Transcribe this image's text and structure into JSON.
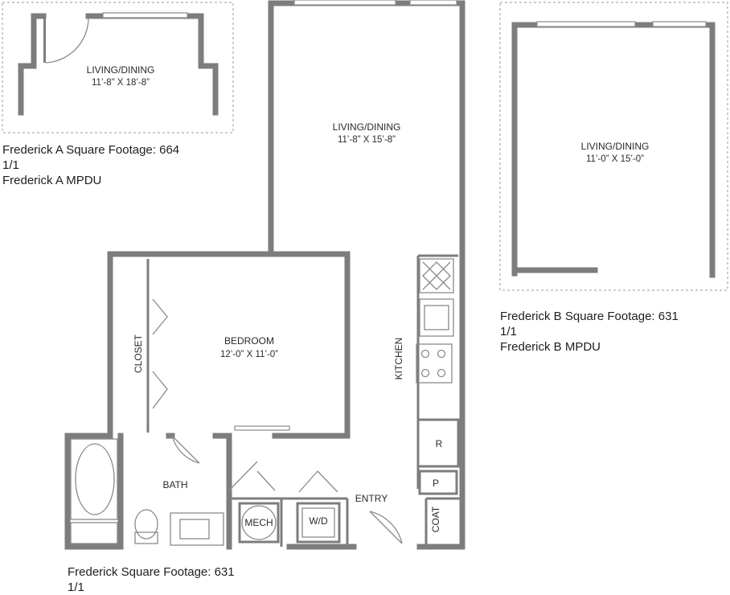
{
  "panel_a": {
    "room_name": "LIVING/DINING",
    "room_dims": "11’-8” X 18’-8”",
    "info_line1": "Frederick A Square Footage: 664",
    "info_line2": "1/1",
    "info_line3": "Frederick A MPDU"
  },
  "panel_main": {
    "living_name": "LIVING/DINING",
    "living_dims": "11’-8” X 15’-8”",
    "bedroom_name": "BEDROOM",
    "bedroom_dims": "12’-0” X 11’-0”",
    "closet": "CLOSET",
    "kitchen": "KITCHEN",
    "bath": "BATH",
    "mech": "MECH",
    "wd": "W/D",
    "entry": "ENTRY",
    "coat": "COAT",
    "fridge": "R",
    "pantry": "P",
    "info_line1": "Frederick Square Footage: 631",
    "info_line2": "1/1"
  },
  "panel_b": {
    "room_name": "LIVING/DINING",
    "room_dims": "11’-0” X 15’-0”",
    "info_line1": "Frederick B Square Footage: 631",
    "info_line2": "1/1",
    "info_line3": "Frederick B MPDU"
  }
}
